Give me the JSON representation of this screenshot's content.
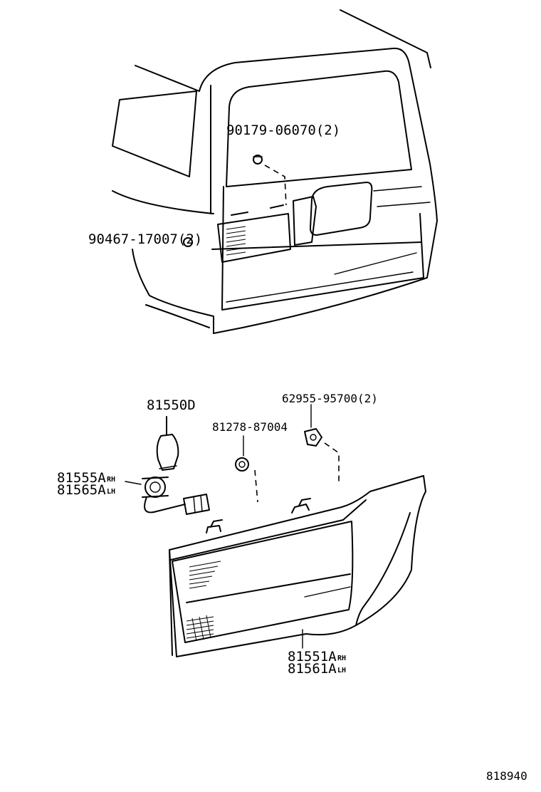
{
  "callouts": {
    "screw_top": "90179-06070(2)",
    "screw_side": "90467-17007(2)",
    "bulb": "81550D",
    "nut": "81278-87004",
    "clip": "62955-95700(2)",
    "socket_rh_num": "81555A",
    "socket_rh_side": "RH",
    "socket_lh_num": "81565A",
    "socket_lh_side": "LH",
    "lamp_rh_num": "81551A",
    "lamp_rh_side": "RH",
    "lamp_lh_num": "81561A",
    "lamp_lh_side": "LH"
  },
  "diagram_id": "818940"
}
